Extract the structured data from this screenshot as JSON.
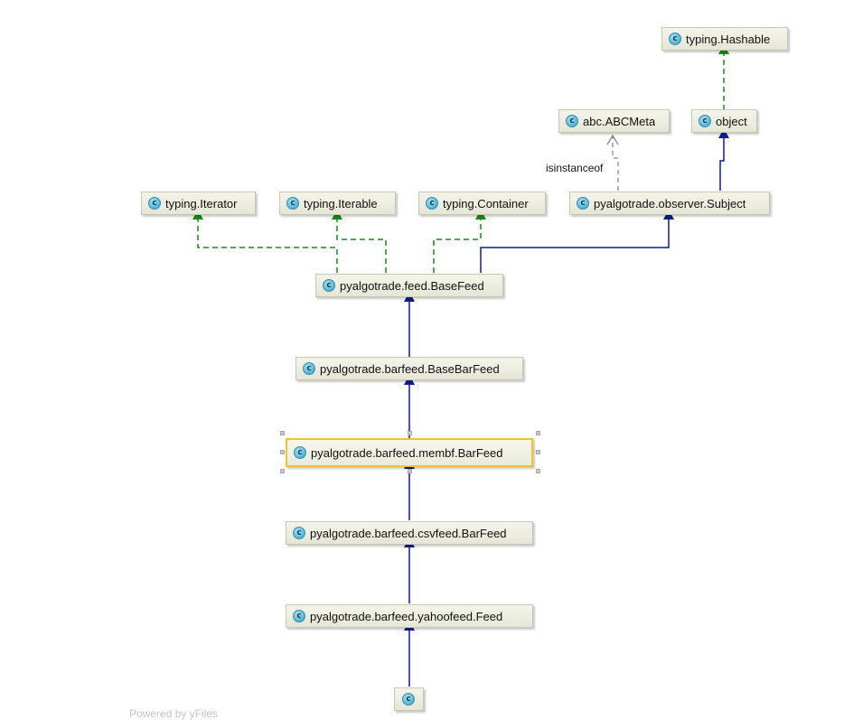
{
  "diagram": {
    "nodes": {
      "hashable": {
        "label": "typing.Hashable",
        "icon": "class-icon"
      },
      "abcmeta": {
        "label": "abc.ABCMeta",
        "icon": "class-icon"
      },
      "object": {
        "label": "object",
        "icon": "class-icon"
      },
      "iterator": {
        "label": "typing.Iterator",
        "icon": "class-icon"
      },
      "iterable": {
        "label": "typing.Iterable",
        "icon": "class-icon"
      },
      "container": {
        "label": "typing.Container",
        "icon": "class-icon"
      },
      "subject": {
        "label": "pyalgotrade.observer.Subject",
        "icon": "class-icon"
      },
      "basefeed": {
        "label": "pyalgotrade.feed.BaseFeed",
        "icon": "class-icon"
      },
      "basebarfeed": {
        "label": "pyalgotrade.barfeed.BaseBarFeed",
        "icon": "class-icon"
      },
      "membf": {
        "label": "pyalgotrade.barfeed.membf.BarFeed",
        "icon": "class-icon",
        "selected": true
      },
      "csvfeed": {
        "label": "pyalgotrade.barfeed.csvfeed.BarFeed",
        "icon": "class-icon"
      },
      "yahoofeed": {
        "label": "pyalgotrade.barfeed.yahoofeed.Feed",
        "icon": "class-icon"
      },
      "anon": {
        "label": "",
        "icon": "class-icon"
      }
    },
    "edge_labels": {
      "isinstanceof": "isinstanceof"
    },
    "icon_letter": "c",
    "footer": "Powered by yFiles",
    "colors": {
      "extends": "#0b1e8e",
      "implements": "#1a8a1a",
      "instanceof": "#8a8a8a",
      "selection": "#f2c230"
    }
  }
}
